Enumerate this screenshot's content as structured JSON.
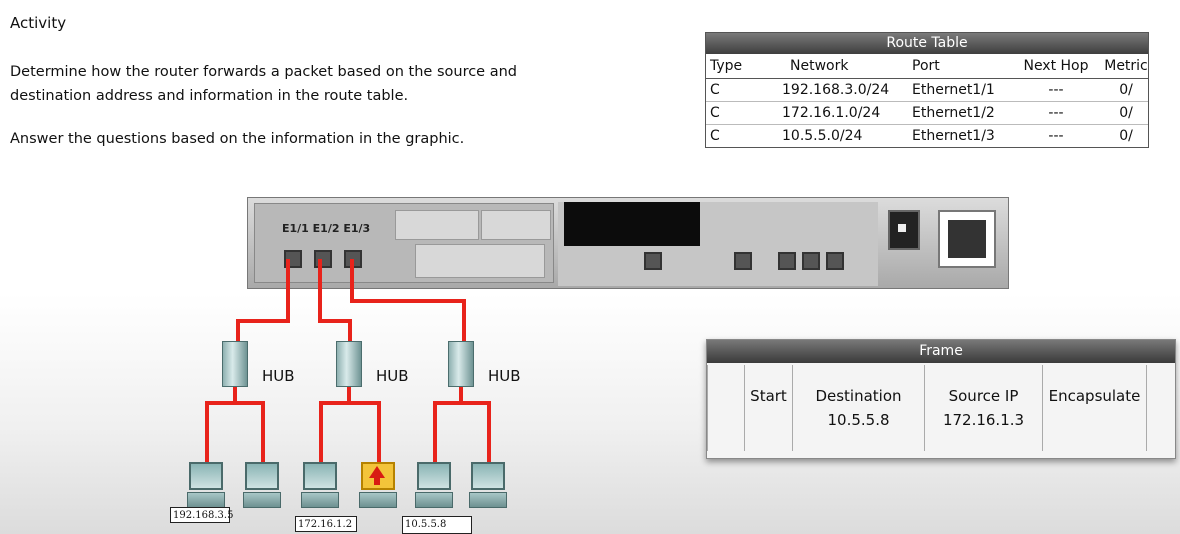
{
  "activity": {
    "heading": "Activity",
    "instruction_1": "Determine how the router forwards a packet based on the source and destination address and information in the route table.",
    "instruction_2": "Answer the questions based on the information in the graphic."
  },
  "route_table": {
    "title": "Route Table",
    "columns": [
      "Type",
      "Network",
      "Port",
      "Next Hop",
      "Metric"
    ],
    "rows": [
      [
        "C",
        "192.168.3.0/24",
        "Ethernet1/1",
        "---",
        "0/"
      ],
      [
        "C",
        "172.16.1.0/24",
        "Ethernet1/2",
        "---",
        "0/"
      ],
      [
        "C",
        "10.5.5.0/24",
        "Ethernet1/3",
        "---",
        "0/"
      ]
    ]
  },
  "router": {
    "ports_label": "E1/1 E1/2 E1/3"
  },
  "hubs": [
    {
      "label": "HUB"
    },
    {
      "label": "HUB"
    },
    {
      "label": "HUB"
    }
  ],
  "hosts": [
    {
      "label": "192.168.3.5"
    },
    {
      "label": "172.16.1.2"
    },
    {
      "label": "10.5.5.8"
    }
  ],
  "frame": {
    "title": "Frame",
    "cells": [
      {
        "label": "",
        "value": ""
      },
      {
        "label": "Start",
        "value": ""
      },
      {
        "label": "Destination",
        "value": "10.5.5.8"
      },
      {
        "label": "Source IP",
        "value": "172.16.1.3"
      },
      {
        "label": "Encapsulate",
        "value": ""
      }
    ]
  },
  "colors": {
    "wire": "#e8231b",
    "source_pc": "#f3c43a"
  },
  "icons": [
    "hub-icon",
    "pc-icon",
    "packet-arrow-icon",
    "power-switch-icon"
  ]
}
